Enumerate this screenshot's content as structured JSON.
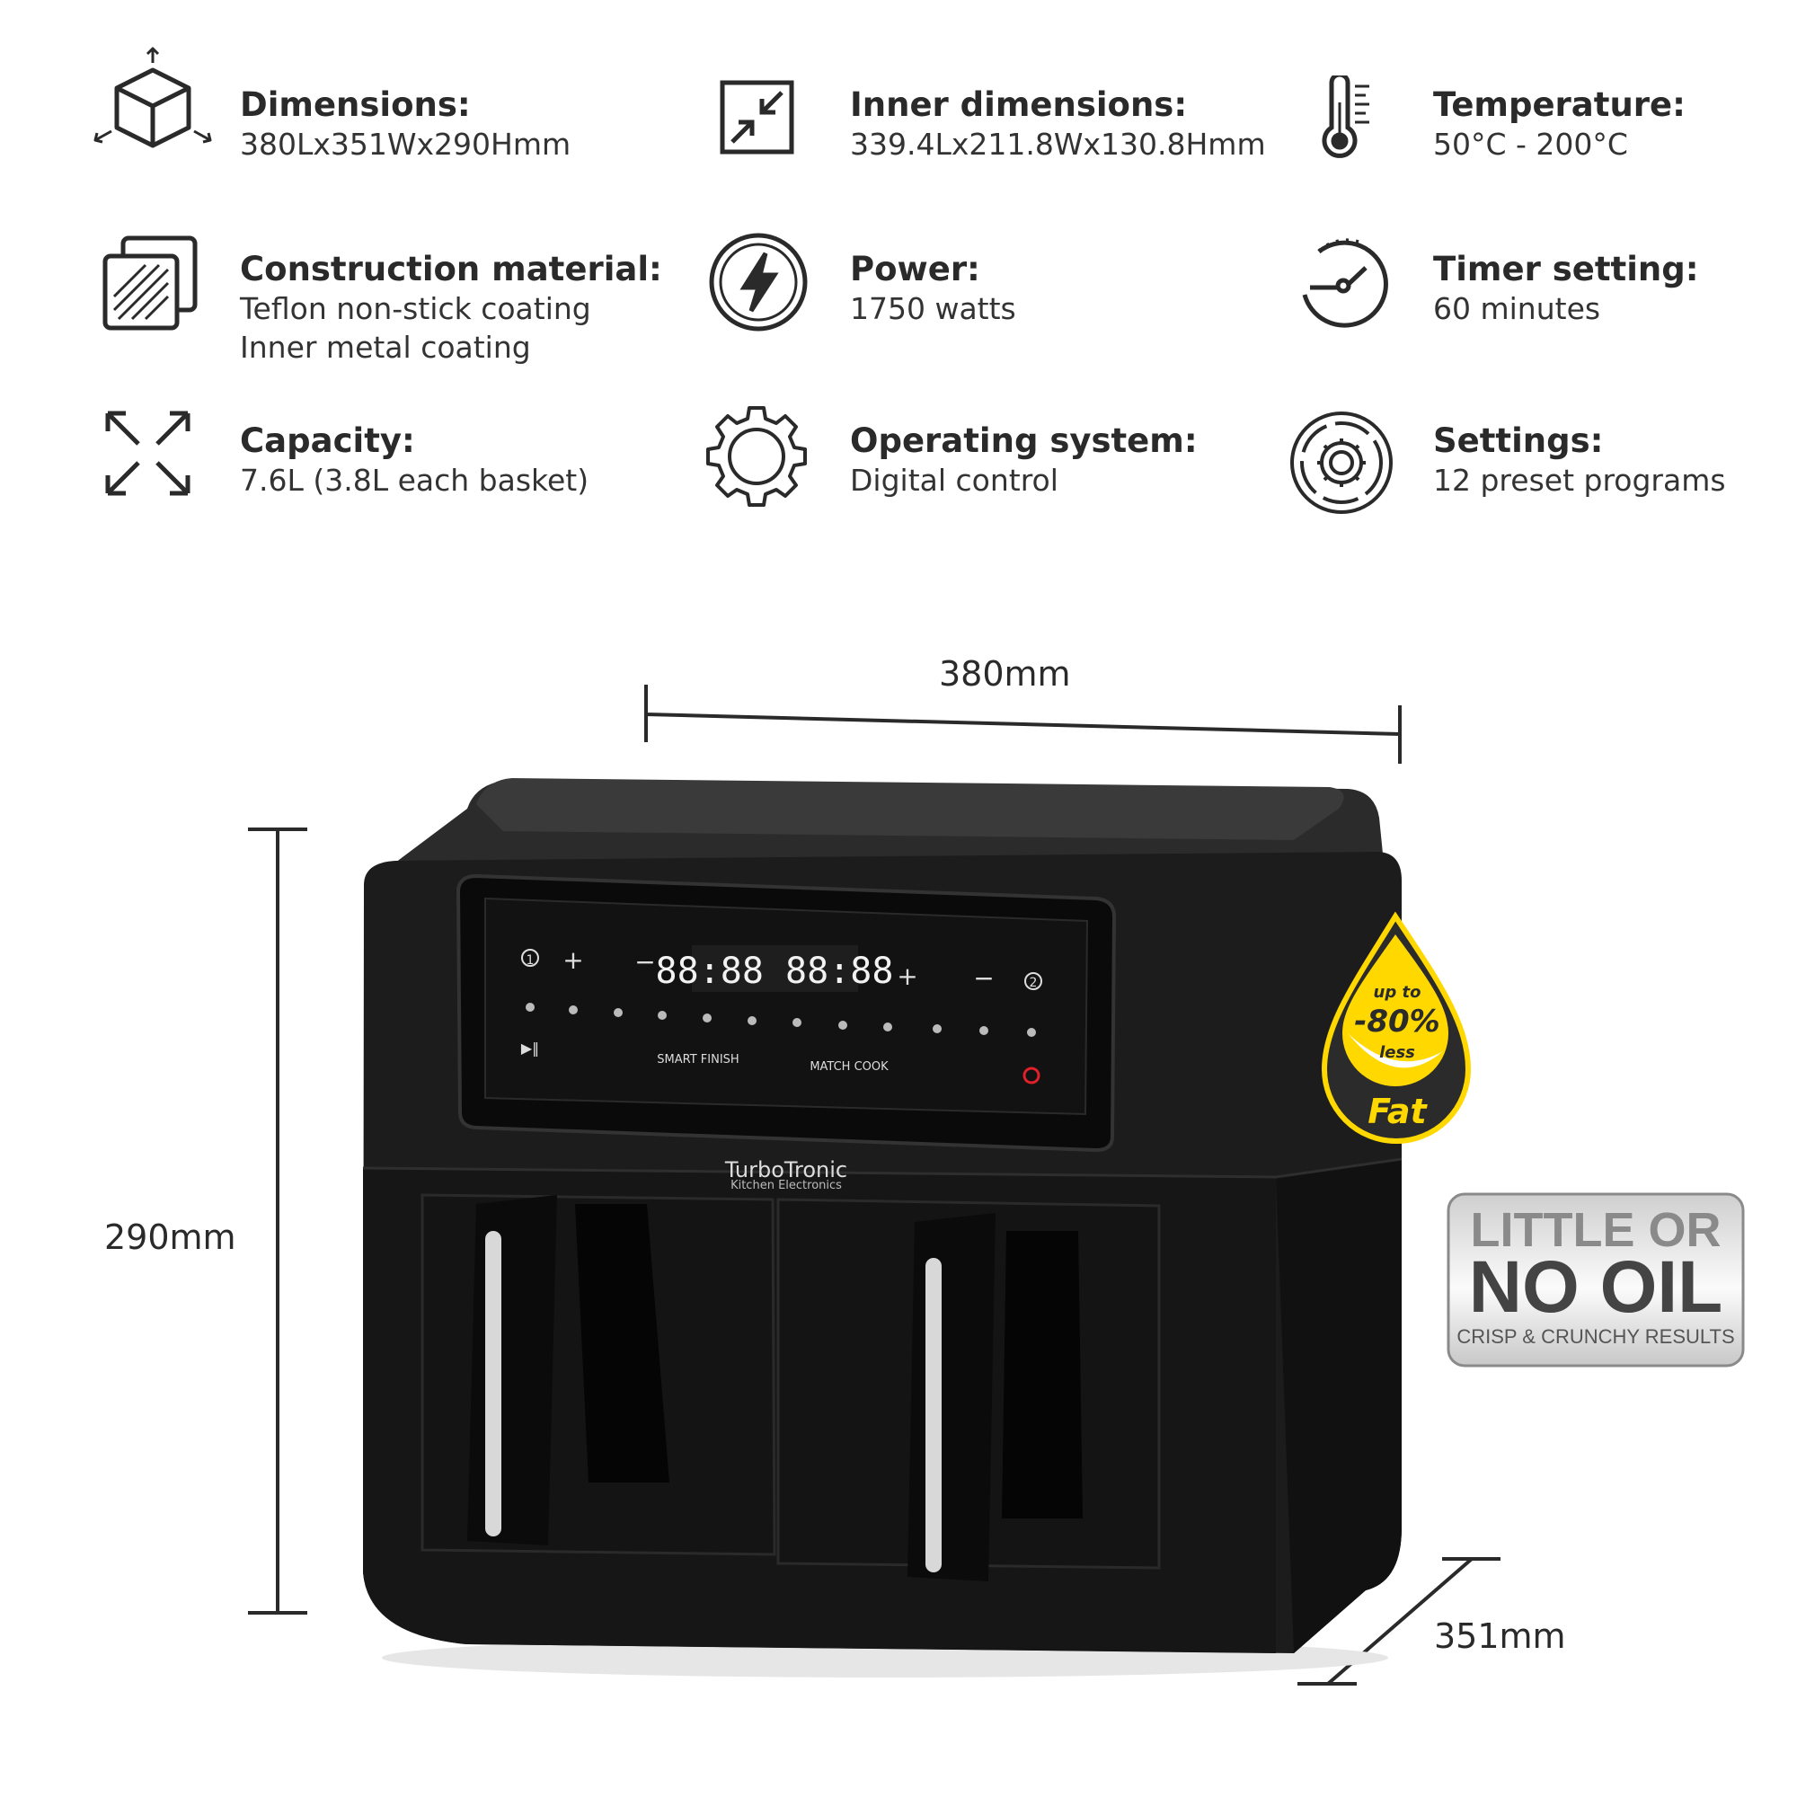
{
  "specs": [
    {
      "title": "Dimensions:",
      "values": [
        "380Lx351Wx290Hmm"
      ],
      "icon": "cube-dimensions-icon"
    },
    {
      "title": "Inner dimensions:",
      "values": [
        "339.4Lx211.8Wx130.8Hmm"
      ],
      "icon": "inward-arrows-icon"
    },
    {
      "title": "Temperature:",
      "values": [
        "50°C - 200°C"
      ],
      "icon": "thermometer-icon"
    },
    {
      "title": "Construction material:",
      "values": [
        "Teflon non-stick coating",
        "Inner metal coating"
      ],
      "icon": "layers-icon"
    },
    {
      "title": "Power:",
      "values": [
        "1750 watts"
      ],
      "icon": "lightning-icon"
    },
    {
      "title": "Timer setting:",
      "values": [
        "60 minutes"
      ],
      "icon": "timer-icon"
    },
    {
      "title": "Capacity:",
      "values": [
        "7.6L (3.8L each basket)"
      ],
      "icon": "expand-arrows-icon"
    },
    {
      "title": "Operating system:",
      "values": [
        "Digital control"
      ],
      "icon": "gear-icon"
    },
    {
      "title": "Settings:",
      "values": [
        "12 preset programs"
      ],
      "icon": "settings-cycle-icon"
    }
  ],
  "dimensions": {
    "length": "380mm",
    "height": "290mm",
    "width": "351mm"
  },
  "panel": {
    "display": "88:88 88:88",
    "zone1": "1",
    "zone2": "2",
    "smart_finish": "SMART FINISH",
    "match_cook": "MATCH COOK"
  },
  "brand": {
    "name": "TurboTronic",
    "tagline": "Kitchen Electronics"
  },
  "fat_badge": {
    "line1": "up to",
    "line2": "-80%",
    "line3": "less",
    "line4": "Fat"
  },
  "oil_badge": {
    "line1": "LITTLE OR",
    "line2": "NO OIL",
    "line3": "CRISP & CRUNCHY RESULTS"
  },
  "colors": {
    "accent_yellow": "#FFD800",
    "body": "#1a1a1a",
    "power_red": "#e0202a"
  }
}
